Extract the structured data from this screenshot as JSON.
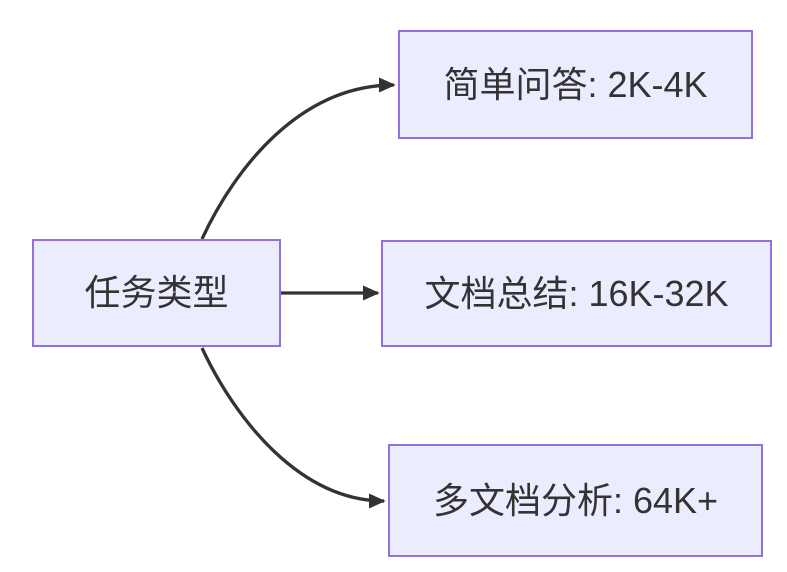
{
  "diagram": {
    "type": "flowchart",
    "direction": "left-to-right",
    "root": {
      "id": "task-type",
      "label": "任务类型"
    },
    "branches": [
      {
        "id": "simple-qa",
        "label": "简单问答: 2K-4K"
      },
      {
        "id": "doc-summary",
        "label": "文档总结: 16K-32K"
      },
      {
        "id": "multi-doc",
        "label": "多文档分析: 64K+"
      }
    ],
    "edges": [
      {
        "from": "task-type",
        "to": "simple-qa",
        "arrow": "filled-triangle"
      },
      {
        "from": "task-type",
        "to": "doc-summary",
        "arrow": "filled-triangle"
      },
      {
        "from": "task-type",
        "to": "multi-doc",
        "arrow": "filled-triangle"
      }
    ],
    "colors": {
      "node_fill": "#ECECFF",
      "node_border": "#9370DB",
      "edge": "#333333",
      "text": "#333333",
      "background": "#FFFFFF"
    }
  }
}
